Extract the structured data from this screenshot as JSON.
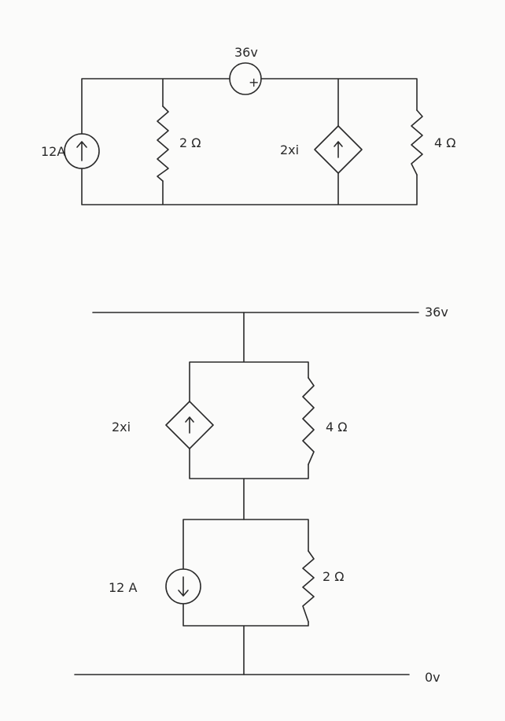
{
  "top_circuit": {
    "voltage_source": {
      "label": "36v",
      "polarity": "+"
    },
    "current_source": {
      "label": "12A",
      "direction": "up"
    },
    "resistor_left": {
      "label": "2 Ω"
    },
    "dependent_source": {
      "label": "2xi",
      "direction": "up"
    },
    "resistor_right": {
      "label": "4 Ω"
    }
  },
  "bottom_circuit": {
    "top_rail": {
      "label": "36v"
    },
    "dependent_source": {
      "label": "2xi",
      "direction": "up"
    },
    "resistor_upper": {
      "label": "4 Ω"
    },
    "current_source": {
      "label": "12 A",
      "direction": "down"
    },
    "resistor_lower": {
      "label": "2 Ω"
    },
    "bottom_rail": {
      "label": "0v"
    }
  }
}
